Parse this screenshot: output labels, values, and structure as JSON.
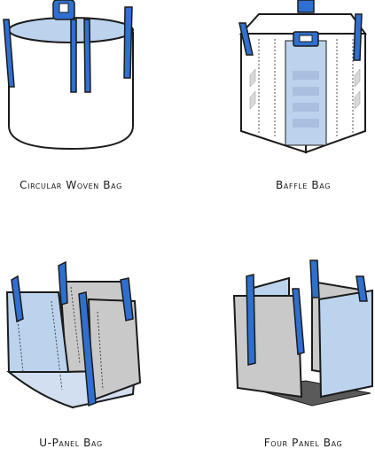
{
  "colors": {
    "outline": "#1b1b1b",
    "loop_blue": "#2f6fd0",
    "panel_light_blue": "#bcd3ee",
    "panel_grey": "#c9c9c9",
    "base_dark_grey": "#5a5a5a",
    "background": "#ffffff"
  },
  "bags": [
    {
      "id": "circular-woven",
      "caption": "Circular Woven Bag"
    },
    {
      "id": "baffle",
      "caption": "Baffle Bag"
    },
    {
      "id": "u-panel",
      "caption": "U-Panel Bag"
    },
    {
      "id": "four-panel",
      "caption": "Four Panel Bag"
    }
  ]
}
